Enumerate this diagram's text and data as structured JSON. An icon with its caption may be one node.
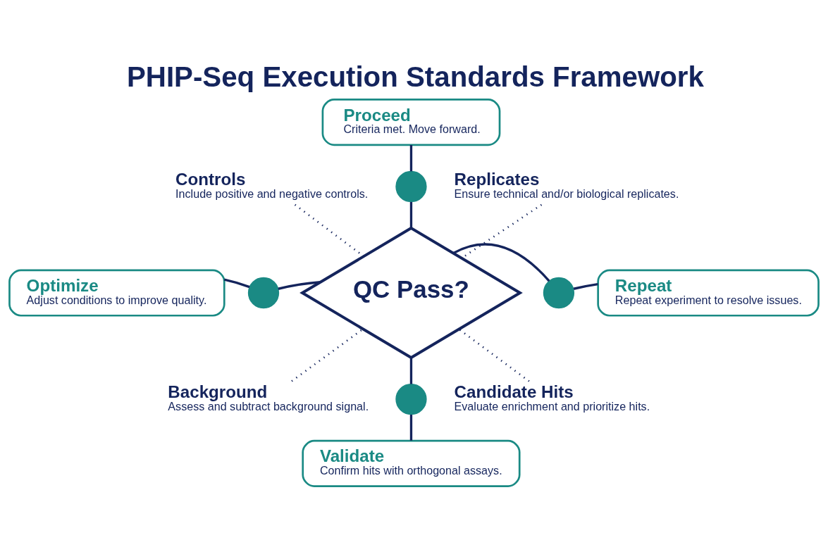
{
  "diagram": {
    "title": "PHIP-Seq Execution Standards Framework",
    "nodes": [
      {
        "text": [
          "Proceed",
          "Criteria met. Move forward."
        ]
      },
      {
        "text": [],
        "shape": "circle"
      },
      {
        "text": [
          "Controls",
          "Include positive and negative controls."
        ]
      },
      {
        "text": [
          "Replicates",
          "Ensure technical and/or biological replicates."
        ]
      },
      {
        "text": [
          "Optimize",
          "Adjust conditions to improve quality."
        ]
      },
      {
        "text": [],
        "shape": "circle"
      },
      {
        "text": [
          "QC Pass?"
        ]
      },
      {
        "text": [],
        "shape": "circle"
      },
      {
        "text": [
          "Repeat",
          "Repeat experiment to resolve issues."
        ]
      },
      {
        "text": [
          "Background",
          "Assess and subtract background signal."
        ]
      },
      {
        "text": [],
        "shape": "circle"
      },
      {
        "text": [
          "Candidate Hits",
          "Evaluate enrichment and prioritize hits."
        ]
      },
      {
        "text": [
          "Validate",
          "Confirm hits with orthogonal assays."
        ]
      }
    ],
    "edges": [
      {
        "from": 0,
        "to": 1,
        "arrow": "none"
      },
      {
        "from": 1,
        "to": 6,
        "arrow": "none"
      },
      {
        "from": 4,
        "to": 5,
        "arrow": "none"
      },
      {
        "from": 5,
        "to": 6,
        "arrow": "none"
      },
      {
        "from": 6,
        "to": 7,
        "arrow": "none"
      },
      {
        "from": 7,
        "to": 8,
        "arrow": "none"
      },
      {
        "from": 6,
        "to": 10,
        "arrow": "none"
      },
      {
        "from": 10,
        "to": 12,
        "arrow": "none"
      },
      {
        "from": 2,
        "to": 6,
        "arrow": "none",
        "style": "dashed"
      },
      {
        "from": 3,
        "to": 6,
        "arrow": "none",
        "style": "dashed"
      },
      {
        "from": 9,
        "to": 6,
        "arrow": "none",
        "style": "dashed"
      },
      {
        "from": 11,
        "to": 6,
        "arrow": "none",
        "style": "dashed"
      }
    ]
  }
}
